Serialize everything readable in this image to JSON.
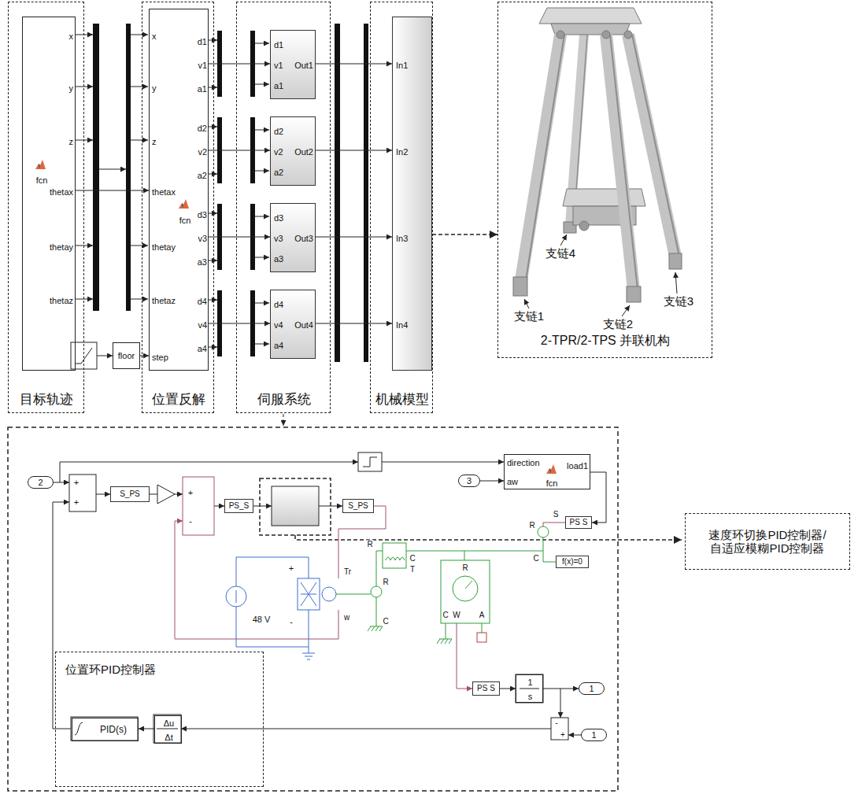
{
  "diagram": {
    "nodes": [
      {
        "text": [
          "目标轨迹"
        ]
      },
      {
        "text": [
          "x",
          "y",
          "z",
          "thetax",
          "thetay",
          "thetaz",
          "fcn"
        ],
        "in": 0
      },
      {
        "text": [
          "位置反解"
        ]
      },
      {
        "text": [
          "x",
          "y",
          "z",
          "thetax",
          "thetay",
          "thetaz",
          "step",
          "d1",
          "v1",
          "a1",
          "d2",
          "v2",
          "a2",
          "d3",
          "v3",
          "a3",
          "d4",
          "v4",
          "a4",
          "fcn"
        ],
        "in": 2
      },
      {
        "text": [
          "伺服系统"
        ]
      },
      {
        "text": [
          "d1",
          "v1",
          "a1",
          "Out1"
        ],
        "in": 4
      },
      {
        "text": [
          "d2",
          "v2",
          "a2",
          "Out2"
        ],
        "in": 4
      },
      {
        "text": [
          "d3",
          "v3",
          "a3",
          "Out3"
        ],
        "in": 4
      },
      {
        "text": [
          "d4",
          "v4",
          "a4",
          "Out4"
        ],
        "in": 4
      },
      {
        "text": [
          "机械模型"
        ]
      },
      {
        "text": [
          "In1",
          "In2",
          "In3",
          "In4"
        ],
        "in": 9
      },
      {
        "text": [
          "2-TPR/2-TPS 并联机构"
        ]
      },
      {
        "text": [
          "floor"
        ]
      },
      {
        "text": [
          "2"
        ]
      },
      {
        "text": [
          "S_PS"
        ]
      },
      {
        "text": [
          "PS_S"
        ]
      },
      {
        "text": [
          "S_PS"
        ]
      },
      {
        "text": [
          "3"
        ]
      },
      {
        "text": [
          "direction",
          "aw",
          "fcn",
          "load1"
        ]
      },
      {
        "text": [
          "PS S"
        ]
      },
      {
        "text": [
          "f(x)=0"
        ]
      },
      {
        "text": [
          "速度环切换PID控制器/自适应模糊PID控制器"
        ]
      },
      {
        "text": [
          "PS S"
        ]
      },
      {
        "text": [
          "1",
          "s"
        ]
      },
      {
        "text": [
          "1"
        ]
      },
      {
        "text": [
          "1"
        ]
      },
      {
        "text": [
          "位置环PID控制器"
        ]
      },
      {
        "text": [
          "PID(s)"
        ],
        "in": 26
      },
      {
        "text": [
          "Δu",
          "Δt"
        ],
        "in": 26
      }
    ],
    "edges": [
      {
        "from": 1,
        "to": 3,
        "arrow": "to"
      },
      {
        "from": 12,
        "to": 3,
        "arrow": "to"
      },
      {
        "from": 3,
        "to": 5,
        "arrow": "to"
      },
      {
        "from": 3,
        "to": 6,
        "arrow": "to"
      },
      {
        "from": 3,
        "to": 7,
        "arrow": "to"
      },
      {
        "from": 3,
        "to": 8,
        "arrow": "to"
      },
      {
        "from": 5,
        "to": 10,
        "arrow": "to"
      },
      {
        "from": 6,
        "to": 10,
        "arrow": "to"
      },
      {
        "from": 7,
        "to": 10,
        "arrow": "to"
      },
      {
        "from": 8,
        "to": 10,
        "arrow": "to"
      },
      {
        "from": 10,
        "to": 11,
        "arrow": "to"
      },
      {
        "from": 17,
        "to": 18,
        "arrow": "to"
      },
      {
        "from": 18,
        "to": 19,
        "arrow": "to"
      },
      {
        "from": 22,
        "to": 23,
        "arrow": "to"
      },
      {
        "from": 23,
        "to": 24,
        "arrow": "to"
      },
      {
        "from": 28,
        "to": 27,
        "arrow": "to"
      }
    ],
    "labels": [
      "支链4",
      "支链1",
      "支链2",
      "支链3",
      "+",
      "+",
      "+",
      "-",
      "48 V",
      "+",
      "-",
      "Tr",
      "w",
      "R",
      "C",
      "R",
      "C",
      "T",
      "R",
      "C",
      "W",
      "A",
      "R",
      "S",
      "C",
      "-",
      "+"
    ]
  }
}
